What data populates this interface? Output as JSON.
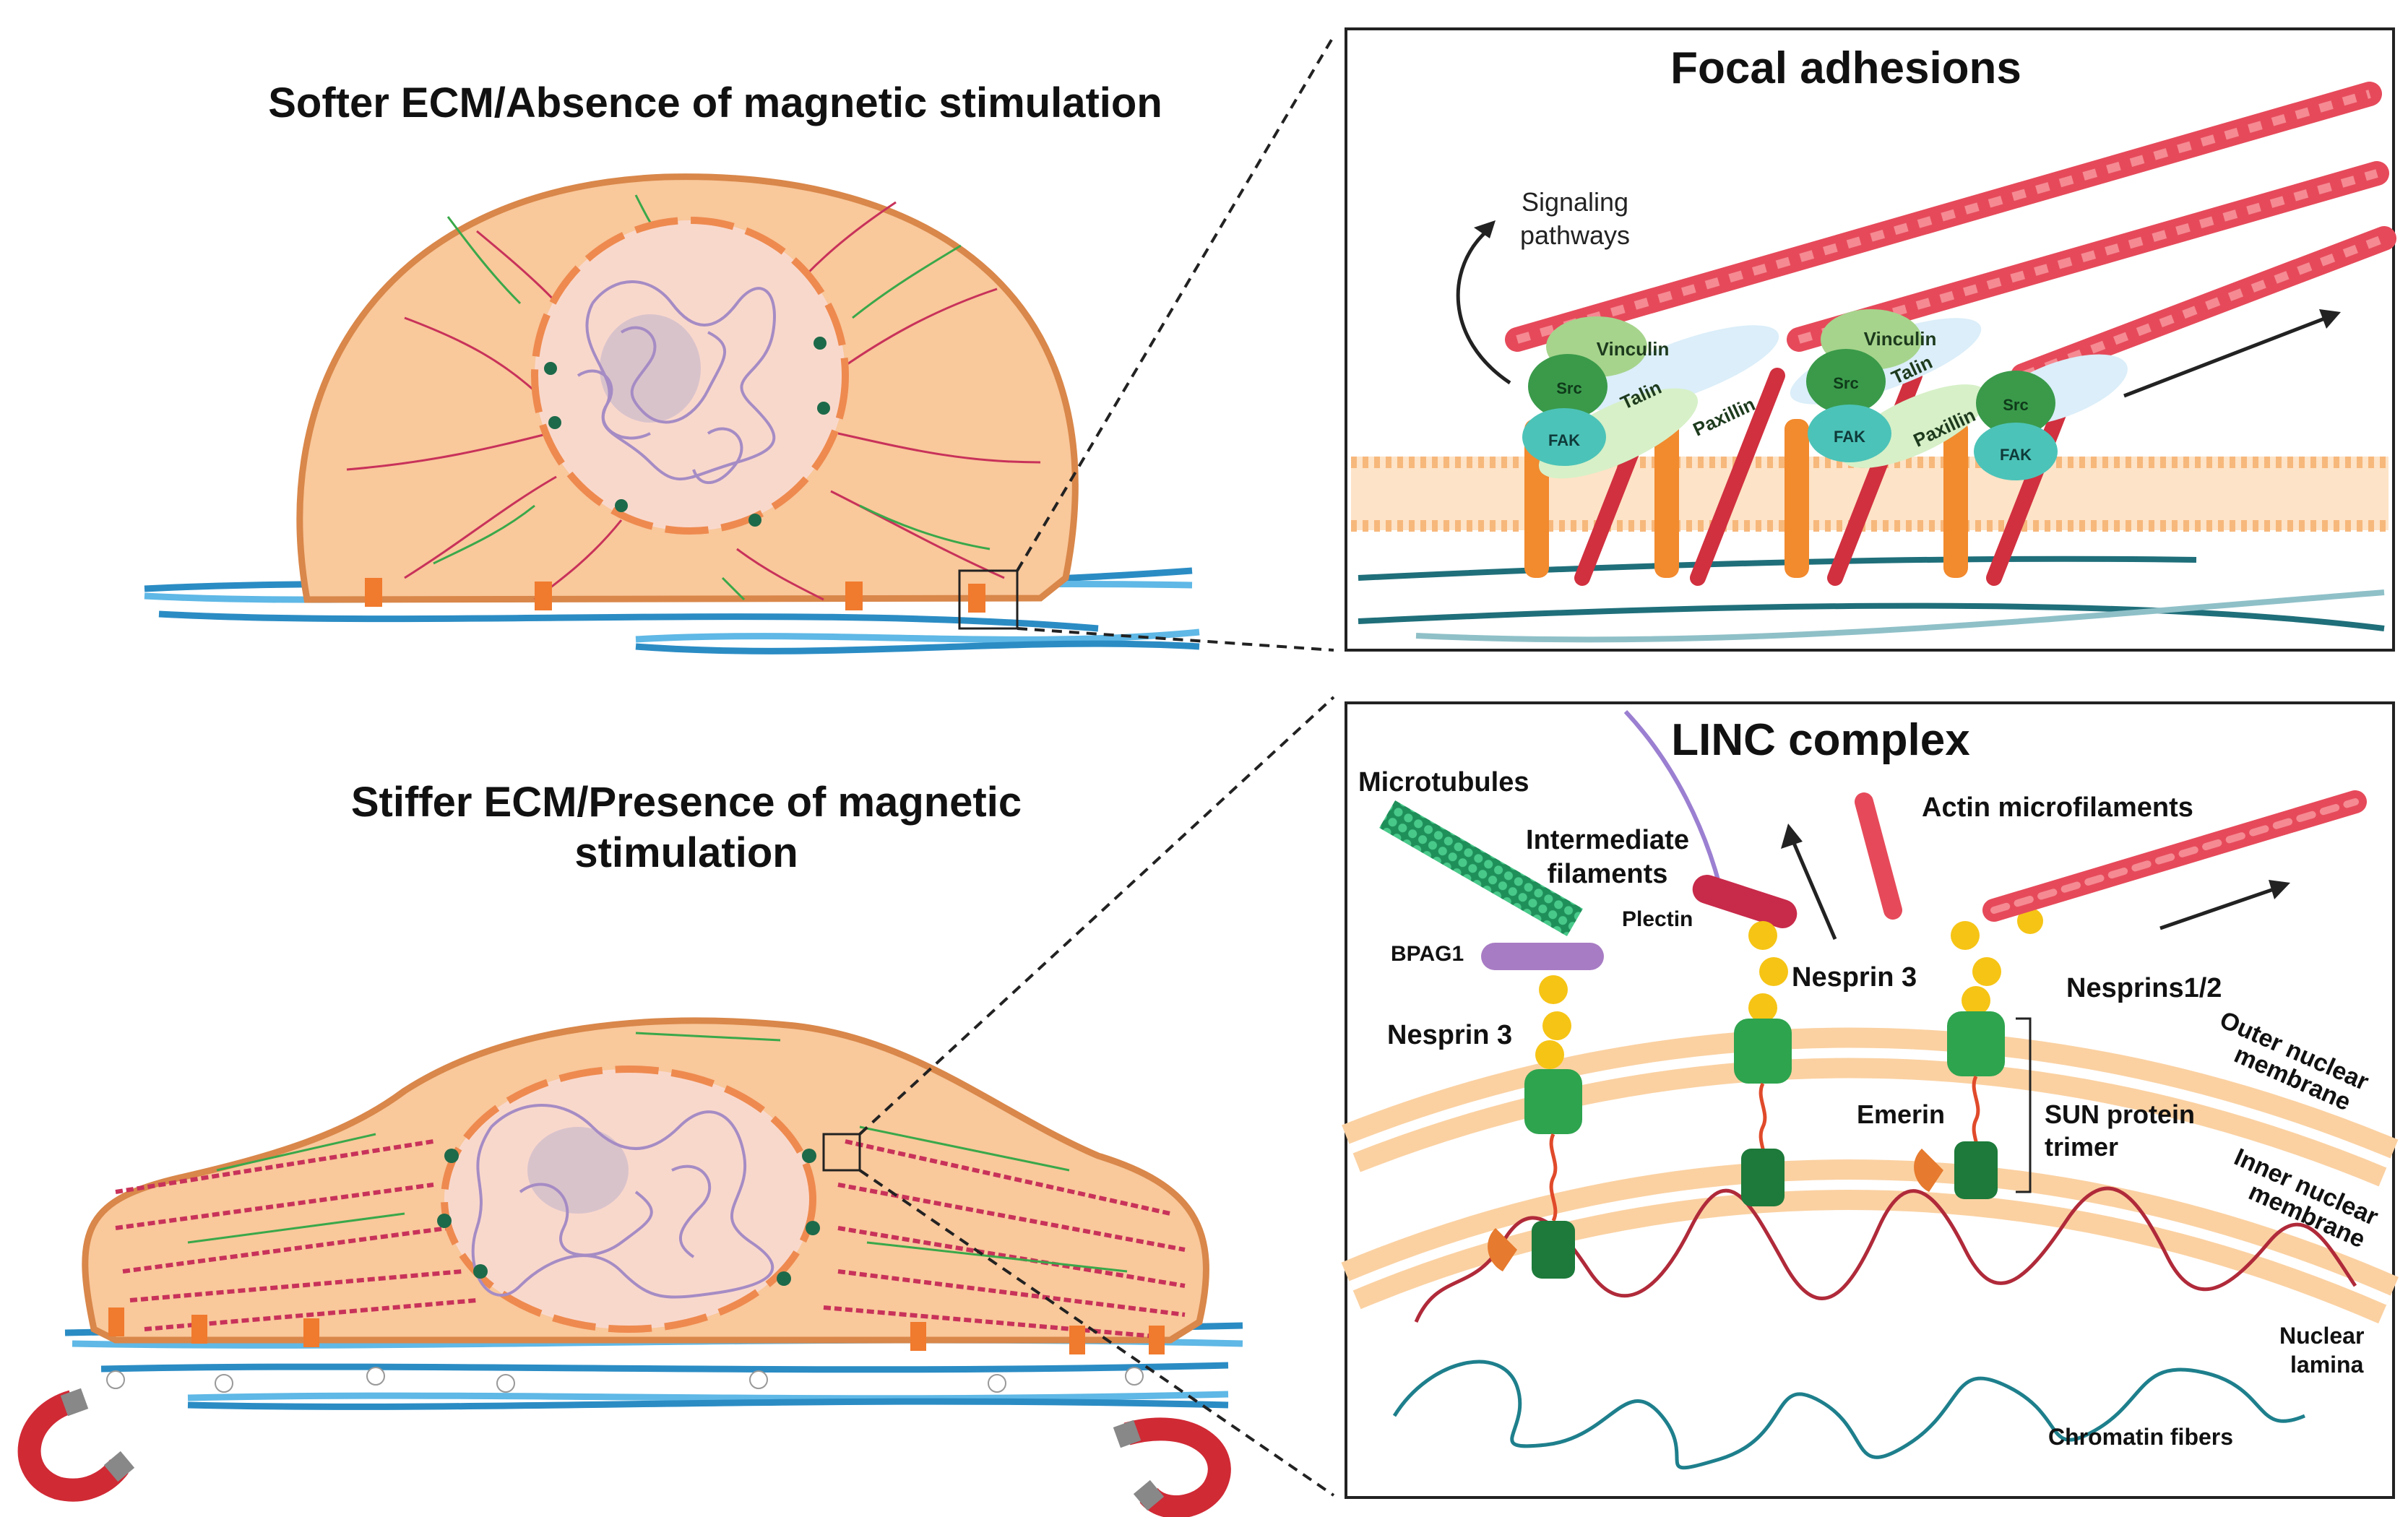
{
  "panels": {
    "top_left": {
      "title": "Softer ECM/Absence of magnetic stimulation"
    },
    "bottom_left": {
      "title_line1": "Stiffer ECM/Presence  of magnetic",
      "title_line2": "stimulation"
    }
  },
  "focal_adhesions": {
    "title": "Focal adhesions",
    "signaling_line1": "Signaling",
    "signaling_line2": "pathways",
    "proteins": {
      "src": "Src",
      "fak": "FAK",
      "vinculin": "Vinculin",
      "talin": "Talin",
      "paxillin": "Paxillin"
    }
  },
  "linc_complex": {
    "title": "LINC complex",
    "microtubules": "Microtubules",
    "intermediate_line1": "Intermediate",
    "intermediate_line2": "filaments",
    "actin": "Actin microfilaments",
    "bpag1": "BPAG1",
    "plectin": "Plectin",
    "nesprin3": "Nesprin 3",
    "nesprins12": "Nesprins1/2",
    "outer_line1": "Outer nuclear",
    "outer_line2": "membrane",
    "inner_line1": "Inner nuclear",
    "inner_line2": "membrane",
    "emerin": "Emerin",
    "sun_line1": "SUN protein",
    "sun_line2": "trimer",
    "lamina_line1": "Nuclear",
    "lamina_line2": "lamina",
    "chromatin": "Chromatin fibers"
  },
  "colors": {
    "cytoplasm": "#f9c89b",
    "cell_border": "#d9874a",
    "nucleus": "#f9d8cc",
    "chromatin_purple": "#a58cc4",
    "actin_red": "#e64a5a",
    "ecm_blue": "#2b8cc4",
    "membrane": "#fbd1a2",
    "sun_green": "#2ea44f",
    "nesprin_yellow": "#f6c415",
    "lamina_red": "#b02a3a",
    "chromatin_teal": "#1e7f8c"
  }
}
